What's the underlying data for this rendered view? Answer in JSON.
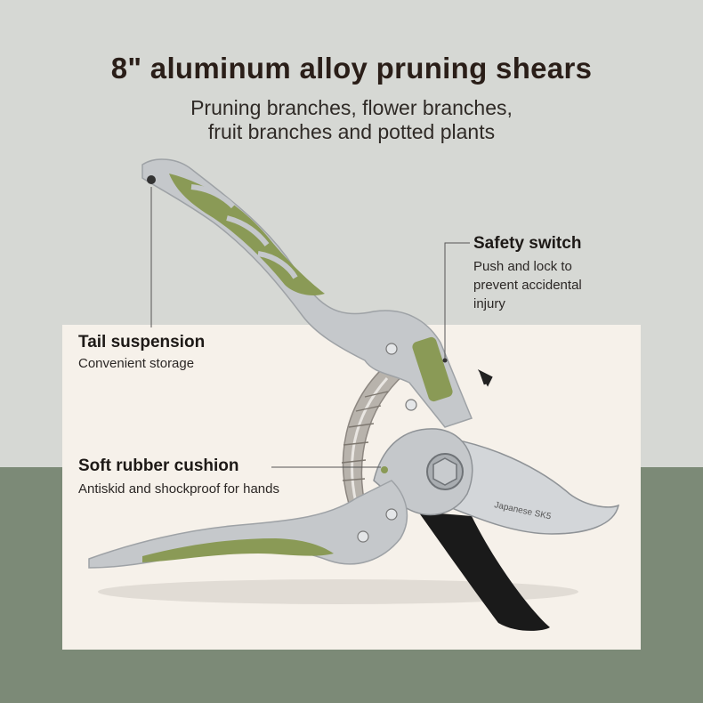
{
  "title": "8\" aluminum alloy pruning shears",
  "subtitle": {
    "line1": "Pruning branches, flower branches,",
    "line2": "fruit branches and potted plants"
  },
  "callouts": {
    "safety": {
      "title": "Safety switch",
      "desc_lines": [
        "Push and lock to",
        "prevent accidental",
        "injury"
      ]
    },
    "tail": {
      "title": "Tail suspension",
      "desc": "Convenient storage"
    },
    "cushion": {
      "title": "Soft rubber cushion",
      "desc": "Antiskid and shockproof for hands"
    }
  },
  "product_marks": {
    "blade_label": "Japanese SK5"
  },
  "colors": {
    "background_top": "#d6d8d4",
    "background_bottom": "#7c8a77",
    "panel": "#f6f1ea",
    "grip_green": "#8a9a56",
    "aluminum": "#c9cccf"
  }
}
